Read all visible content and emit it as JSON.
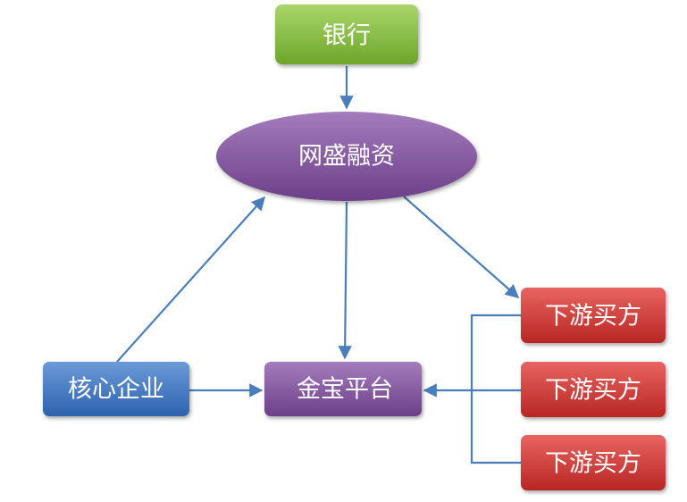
{
  "nodes": {
    "bank": {
      "label": "银行",
      "color": "#79b233"
    },
    "wangsheng": {
      "label": "网盛融资",
      "color": "#7f4f9a"
    },
    "core_enterprise": {
      "label": "核心企业",
      "color": "#3a70ba"
    },
    "jinbao_platform": {
      "label": "金宝平台",
      "color": "#7f4f9a"
    },
    "buyers": [
      {
        "label": "下游买方",
        "color": "#c7322e"
      },
      {
        "label": "下游买方",
        "color": "#c7322e"
      },
      {
        "label": "下游买方",
        "color": "#c7322e"
      }
    ]
  },
  "edge_color": "#4a7ebb"
}
